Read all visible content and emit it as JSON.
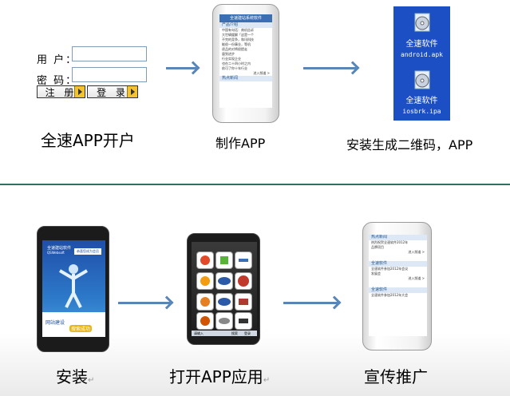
{
  "login_form": {
    "username_label": "用 户：",
    "password_label": "密 码：",
    "register_button": "注 册",
    "login_button": "登 录"
  },
  "phone_make": {
    "header": "全速建站系统软件",
    "tab": "产品介绍",
    "lines": [
      "中国有句话：商机告诉",
      "大世辆缓解「这是一个",
      "不完的竞争，和讯科技",
      "能很一份事业，等机",
      "逐品的对将很提走",
      "量到进步",
      "行业实现企业",
      "也在二十四小时之内",
      "前可了你十年行业"
    ],
    "more": "进入频道 >",
    "footer_tab": "热点新闻"
  },
  "desktop": {
    "file1_label": "全速软件",
    "file1_name": "android.apk",
    "file2_label": "全速软件",
    "file2_name": "iosbrk.ipa"
  },
  "steps": {
    "step1": "全速APP开户",
    "step2": "制作APP",
    "step3": "安装生成二维码，APP",
    "step4": "安装",
    "step5": "打开APP应用",
    "step6": "宣传推广",
    "enter_mark": "↵"
  },
  "phone_install": {
    "title_cn": "全速建站软件",
    "title_en": "QSWebsoft",
    "badge": "恭喜您成为会员",
    "bottom_text": "网站建设",
    "bottom_highlight": "搜索成功"
  },
  "phone_app": {
    "search_label": "请输入",
    "btn1": "搜索",
    "btn2": "登录"
  },
  "phone_promo": {
    "tab1": "热点新闻",
    "line1": "热烈祝贺全速软件2012年",
    "line2": "品牌项目",
    "more1": "进入频道 >",
    "tab2": "全速软件",
    "line3": "全速软件参加2012年会议",
    "line4": "发展会",
    "more2": "进入频道 >",
    "tab3": "全速软件",
    "line5": "全速软件参加2012年大会"
  },
  "colors": {
    "arrow": "#5a86b6",
    "divider": "#2f6e63",
    "desktop": "#1d4fc4",
    "accent_blue": "#3b6fb3"
  }
}
